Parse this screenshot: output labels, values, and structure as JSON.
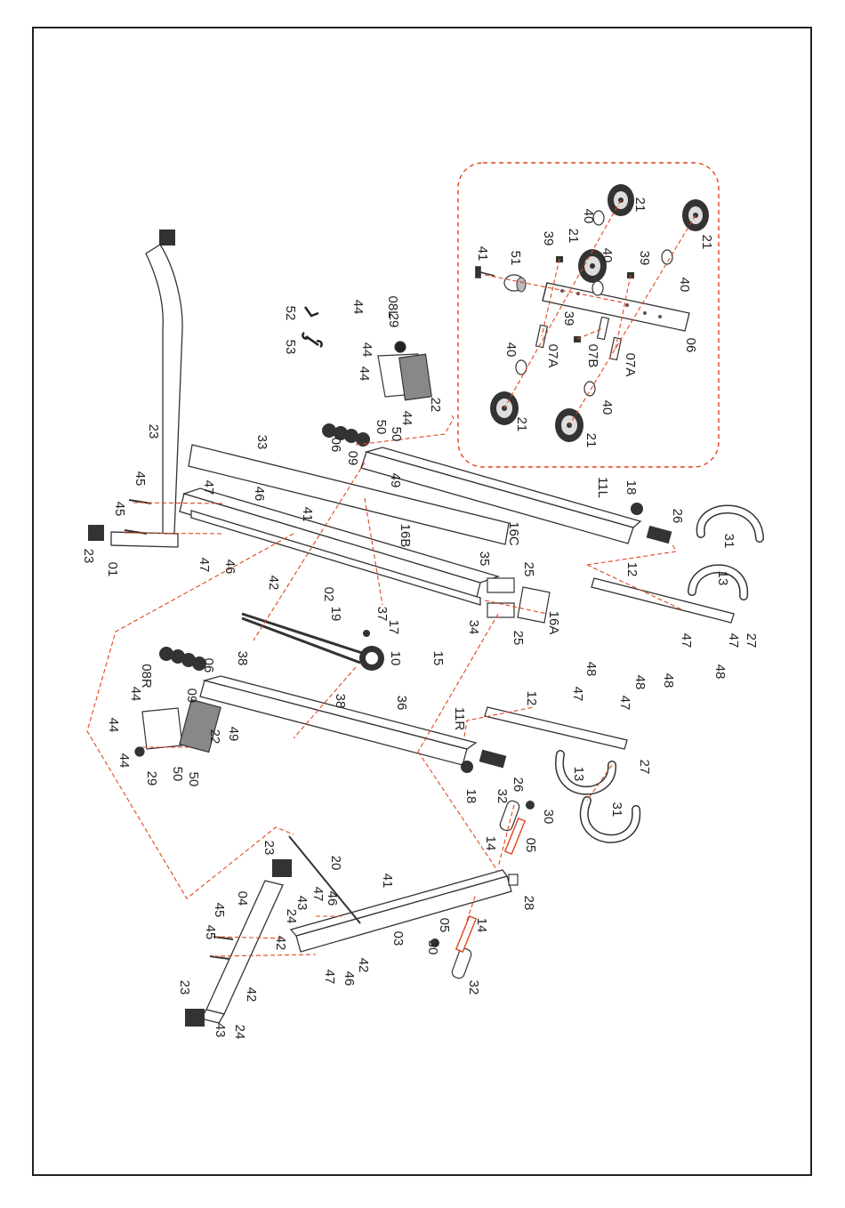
{
  "diagram": {
    "accent_color": "#e0451f",
    "line_color": "#333333",
    "labels": {
      "p01": "01",
      "p02": "02",
      "p03": "03",
      "p04": "04",
      "p05a": "05",
      "p05b": "05",
      "p06a": "06",
      "p06b": "06",
      "p06c": "06",
      "p07Aa": "07A",
      "p07Ab": "07A",
      "p07B": "07B",
      "p08L": "08L",
      "p08R": "08R",
      "p09a": "09",
      "p09b": "09",
      "p10": "10",
      "p11L": "11L",
      "p11R": "11R",
      "p12a": "12",
      "p12b": "12",
      "p13a": "13",
      "p13b": "13",
      "p14a": "14",
      "p14b": "14",
      "p15": "15",
      "p16A": "16A",
      "p16B": "16B",
      "p16C": "16C",
      "p17": "17",
      "p18a": "18",
      "p18b": "18",
      "p19": "19",
      "p20": "20",
      "p21a": "21",
      "p21b": "21",
      "p21c": "21",
      "p21d": "21",
      "p21e": "21",
      "p22a": "22",
      "p22b": "22",
      "p23a": "23",
      "p23b": "23",
      "p23c": "23",
      "p23d": "23",
      "p24a": "24",
      "p24b": "24",
      "p25a": "25",
      "p25b": "25",
      "p26a": "26",
      "p26b": "26",
      "p27a": "27",
      "p27b": "27",
      "p28": "28",
      "p29a": "29",
      "p29b": "29",
      "p30a": "30",
      "p30b": "30",
      "p31a": "31",
      "p31b": "31",
      "p32a": "32",
      "p32b": "32",
      "p33": "33",
      "p34": "34",
      "p35": "35",
      "p36": "36",
      "p37": "37",
      "p38a": "38",
      "p38b": "38",
      "p39a": "39",
      "p39b": "39",
      "p39c": "39",
      "p40a": "40",
      "p40b": "40",
      "p40c": "40",
      "p40d": "40",
      "p40e": "40",
      "p41a": "41",
      "p41b": "41",
      "p41c": "41",
      "p42a": "42",
      "p42b": "42",
      "p42c": "42",
      "p42d": "42",
      "p43a": "43",
      "p43b": "43",
      "p44a": "44",
      "p44b": "44",
      "p44c": "44",
      "p44d": "44",
      "p44e": "44",
      "p44f": "44",
      "p44g": "44",
      "p45a": "45",
      "p45b": "45",
      "p45c": "45",
      "p45d": "45",
      "p46a": "46",
      "p46b": "46",
      "p46c": "46",
      "p46d": "46",
      "p47a": "47",
      "p47b": "47",
      "p47c": "47",
      "p47d": "47",
      "p47e": "47",
      "p47f": "47",
      "p47g": "47",
      "p47h": "47",
      "p48a": "48",
      "p48b": "48",
      "p48c": "48",
      "p48d": "48",
      "p49a": "49",
      "p49b": "49",
      "p50a": "50",
      "p50b": "50",
      "p50c": "50",
      "p50d": "50",
      "p51": "51",
      "p52": "52",
      "p53": "53"
    }
  }
}
